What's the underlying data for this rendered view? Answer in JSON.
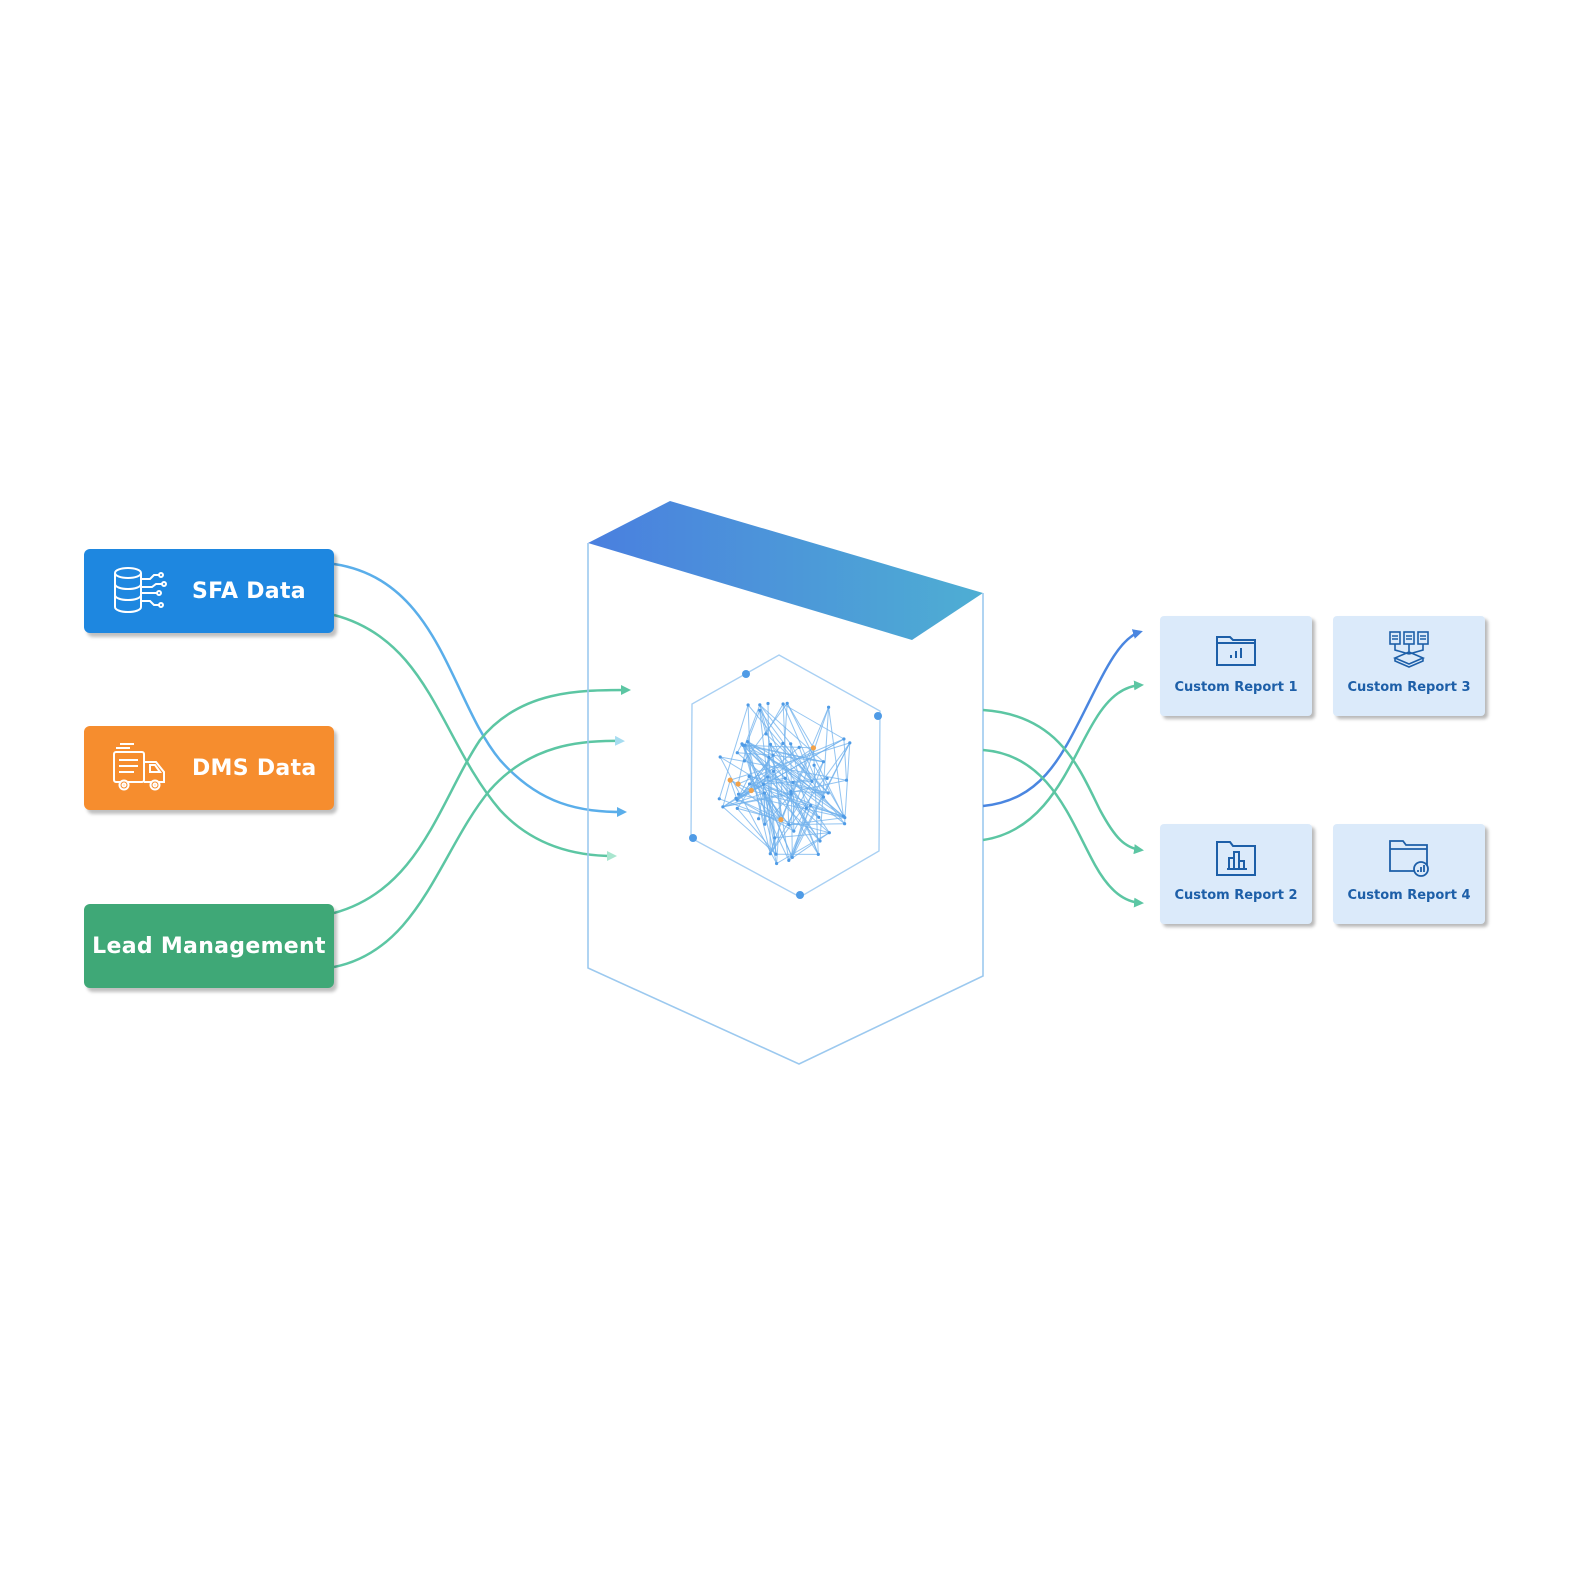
{
  "sources": [
    {
      "label": "SFA Data",
      "color": "#1e87e0",
      "icon": "database-network-icon"
    },
    {
      "label": "DMS Data",
      "color": "#f68d2e",
      "icon": "delivery-truck-icon"
    },
    {
      "label": "Lead Management",
      "color": "#3fa877",
      "icon": ""
    }
  ],
  "reports": [
    {
      "label": "Custom Report 1",
      "icon": "folder-bar-chart-icon"
    },
    {
      "label": "Custom Report 2",
      "icon": "folder-column-chart-icon"
    },
    {
      "label": "Custom Report 3",
      "icon": "documents-merge-icon"
    },
    {
      "label": "Custom Report 4",
      "icon": "folder-analytics-icon"
    }
  ],
  "colors": {
    "flow_blue": "#5aaeea",
    "flow_green": "#5cc6a3",
    "box_outline": "#9cc9ef",
    "top_gradient_start": "#4a7fdf",
    "top_gradient_end": "#4eaed3",
    "report_bg": "#dbeafa",
    "report_text": "#1d5fa8"
  }
}
